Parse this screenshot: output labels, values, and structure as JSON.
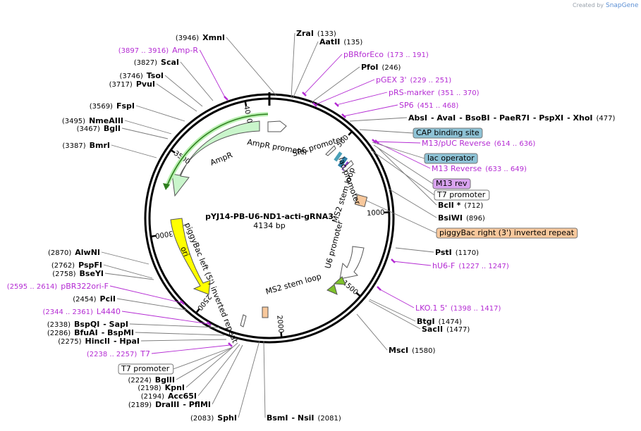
{
  "credit": {
    "prefix": "Created by",
    "brand": "SnapGene"
  },
  "plasmid": {
    "name": "pYJ14-PB-U6-ND1-acti-gRNA3",
    "size": "4134 bp",
    "total_bp": 4134
  },
  "ticks": [
    {
      "label": "500",
      "bp": 500
    },
    {
      "label": "1000",
      "bp": 1000
    },
    {
      "label": "1500",
      "bp": 1500
    },
    {
      "label": "2000",
      "bp": 2000
    },
    {
      "label": "2500",
      "bp": 2500
    },
    {
      "label": "3000",
      "bp": 3000
    },
    {
      "label": "3500",
      "bp": 3500
    },
    {
      "label": "4000",
      "bp": 4000
    }
  ],
  "features": {
    "ampr_promoter": "AmpR promoter",
    "ampr": "AmpR",
    "sp6_promoter": "SP6 promoter",
    "lac_promoter": "lac promoter",
    "ms2_stem_loop_1": "MS2 stem loop",
    "u6_promoter": "U6 promoter",
    "ms2_stem_loop_2": "MS2 stem loop",
    "piggybac_left": "piggyBac left (5') inverted repeat",
    "ori": "ori"
  },
  "labels": [
    {
      "id": "xmni",
      "parts": [
        {
          "t": "(3946)",
          "s": "n"
        },
        {
          "t": "XmnI",
          "s": "b"
        }
      ]
    },
    {
      "id": "ampr-primer",
      "parts": [
        {
          "t": "(3897 .. 3916)",
          "s": "ps"
        },
        {
          "t": "Amp-R",
          "s": "p"
        }
      ]
    },
    {
      "id": "scai",
      "parts": [
        {
          "t": "(3827)",
          "s": "n"
        },
        {
          "t": "ScaI",
          "s": "b"
        }
      ]
    },
    {
      "id": "tsoi",
      "parts": [
        {
          "t": "(3746)",
          "s": "n"
        },
        {
          "t": "TsoI",
          "s": "b"
        }
      ]
    },
    {
      "id": "pvui",
      "parts": [
        {
          "t": "(3717)",
          "s": "n"
        },
        {
          "t": "PvuI",
          "s": "b"
        }
      ]
    },
    {
      "id": "fspi",
      "parts": [
        {
          "t": "(3569)",
          "s": "n"
        },
        {
          "t": "FspI",
          "s": "b"
        }
      ]
    },
    {
      "id": "nmeaiii",
      "parts": [
        {
          "t": "(3495)",
          "s": "n"
        },
        {
          "t": "NmeAIII",
          "s": "b"
        }
      ]
    },
    {
      "id": "bgli",
      "parts": [
        {
          "t": "(3467)",
          "s": "n"
        },
        {
          "t": "BglI",
          "s": "b"
        }
      ]
    },
    {
      "id": "bmri",
      "parts": [
        {
          "t": "(3387)",
          "s": "n"
        },
        {
          "t": "BmrI",
          "s": "b"
        }
      ]
    },
    {
      "id": "alwni",
      "parts": [
        {
          "t": "(2870)",
          "s": "n"
        },
        {
          "t": "AlwNI",
          "s": "b"
        }
      ]
    },
    {
      "id": "pspfi",
      "parts": [
        {
          "t": "(2762)",
          "s": "n"
        },
        {
          "t": "PspFI",
          "s": "b"
        }
      ]
    },
    {
      "id": "bseyi",
      "parts": [
        {
          "t": "(2758)",
          "s": "n"
        },
        {
          "t": "BseYI",
          "s": "b"
        }
      ]
    },
    {
      "id": "pbr322ori",
      "parts": [
        {
          "t": "(2595 .. 2614)",
          "s": "ps"
        },
        {
          "t": "pBR322ori-F",
          "s": "p"
        }
      ]
    },
    {
      "id": "pcii",
      "parts": [
        {
          "t": "(2454)",
          "s": "n"
        },
        {
          "t": "PciI",
          "s": "b"
        }
      ]
    },
    {
      "id": "l4440",
      "parts": [
        {
          "t": "(2344 .. 2361)",
          "s": "ps"
        },
        {
          "t": "L4440",
          "s": "p"
        }
      ]
    },
    {
      "id": "bspqi",
      "parts": [
        {
          "t": "(2338)",
          "s": "n"
        },
        {
          "t": "BspQI",
          "s": "b"
        },
        {
          "t": "- SapI",
          "s": "b"
        }
      ]
    },
    {
      "id": "bfuai",
      "parts": [
        {
          "t": "(2286)",
          "s": "n"
        },
        {
          "t": "BfuAI",
          "s": "b"
        },
        {
          "t": "- BspMI",
          "s": "b"
        }
      ]
    },
    {
      "id": "hincii",
      "parts": [
        {
          "t": "(2275)",
          "s": "n"
        },
        {
          "t": "HincII",
          "s": "b"
        },
        {
          "t": "- HpaI",
          "s": "b"
        }
      ]
    },
    {
      "id": "t7-primer",
      "parts": [
        {
          "t": "(2238 .. 2257)",
          "s": "ps"
        },
        {
          "t": "T7",
          "s": "p"
        }
      ]
    },
    {
      "id": "bglii",
      "parts": [
        {
          "t": "(2224)",
          "s": "n"
        },
        {
          "t": "BglII",
          "s": "b"
        }
      ]
    },
    {
      "id": "kpni",
      "parts": [
        {
          "t": "(2198)",
          "s": "n"
        },
        {
          "t": "KpnI",
          "s": "b"
        }
      ]
    },
    {
      "id": "acc65i",
      "parts": [
        {
          "t": "(2194)",
          "s": "n"
        },
        {
          "t": "Acc65I",
          "s": "b"
        }
      ]
    },
    {
      "id": "draiii",
      "parts": [
        {
          "t": "(2189)",
          "s": "n"
        },
        {
          "t": "DraIII",
          "s": "b"
        },
        {
          "t": "- PflMI",
          "s": "b"
        }
      ]
    },
    {
      "id": "sphi",
      "parts": [
        {
          "t": "(2083)",
          "s": "n"
        },
        {
          "t": "SphI",
          "s": "b"
        }
      ]
    },
    {
      "id": "bsmi",
      "parts": [
        {
          "t": "BsmI",
          "s": "b"
        },
        {
          "t": "- NsiI",
          "s": "b"
        },
        {
          "t": "(2081)",
          "s": "n"
        }
      ]
    },
    {
      "id": "zrai",
      "parts": [
        {
          "t": "ZraI",
          "s": "b"
        },
        {
          "t": "(133)",
          "s": "n"
        }
      ]
    },
    {
      "id": "aatii",
      "parts": [
        {
          "t": "AatII",
          "s": "b"
        },
        {
          "t": "(135)",
          "s": "n"
        }
      ]
    },
    {
      "id": "pbrforeco",
      "parts": [
        {
          "t": "pBRforEco",
          "s": "p"
        },
        {
          "t": "(173 .. 191)",
          "s": "ps"
        }
      ]
    },
    {
      "id": "pfoi",
      "parts": [
        {
          "t": "PfoI",
          "s": "b"
        },
        {
          "t": "(246)",
          "s": "n"
        }
      ]
    },
    {
      "id": "pgex3",
      "parts": [
        {
          "t": "pGEX 3'",
          "s": "p"
        },
        {
          "t": "(229 .. 251)",
          "s": "ps"
        }
      ]
    },
    {
      "id": "prs-marker",
      "parts": [
        {
          "t": "pRS-marker",
          "s": "p"
        },
        {
          "t": "(351 .. 370)",
          "s": "ps"
        }
      ]
    },
    {
      "id": "sp6-primer",
      "parts": [
        {
          "t": "SP6",
          "s": "p"
        },
        {
          "t": "(451 .. 468)",
          "s": "ps"
        }
      ]
    },
    {
      "id": "absi-group",
      "parts": [
        {
          "t": "AbsI",
          "s": "b"
        },
        {
          "t": "- AvaI",
          "s": "b"
        },
        {
          "t": "- BsoBI",
          "s": "b"
        },
        {
          "t": "- PaeR7I",
          "s": "b"
        },
        {
          "t": "- PspXI",
          "s": "b"
        },
        {
          "t": "- XhoI",
          "s": "b"
        },
        {
          "t": "(477)",
          "s": "n"
        }
      ]
    },
    {
      "id": "m13puc-rev",
      "parts": [
        {
          "t": "M13/pUC Reverse",
          "s": "p"
        },
        {
          "t": "(614 .. 636)",
          "s": "ps"
        }
      ]
    },
    {
      "id": "m13-reverse",
      "parts": [
        {
          "t": "M13 Reverse",
          "s": "p"
        },
        {
          "t": "(633 .. 649)",
          "s": "ps"
        }
      ]
    },
    {
      "id": "bcli",
      "parts": [
        {
          "t": "BclI *",
          "s": "b"
        },
        {
          "t": "(712)",
          "s": "n"
        }
      ]
    },
    {
      "id": "bsiwi",
      "parts": [
        {
          "t": "BsiWI",
          "s": "b"
        },
        {
          "t": "(896)",
          "s": "n"
        }
      ]
    },
    {
      "id": "psti",
      "parts": [
        {
          "t": "PstI",
          "s": "b"
        },
        {
          "t": "(1170)",
          "s": "n"
        }
      ]
    },
    {
      "id": "hu6f",
      "parts": [
        {
          "t": "hU6-F",
          "s": "p"
        },
        {
          "t": "(1227 .. 1247)",
          "s": "ps"
        }
      ]
    },
    {
      "id": "lko1",
      "parts": [
        {
          "t": "LKO.1 5'",
          "s": "p"
        },
        {
          "t": "(1398 .. 1417)",
          "s": "ps"
        }
      ]
    },
    {
      "id": "btgi",
      "parts": [
        {
          "t": "BtgI",
          "s": "b"
        },
        {
          "t": "(1474)",
          "s": "n"
        }
      ]
    },
    {
      "id": "sacii",
      "parts": [
        {
          "t": "SacII",
          "s": "b"
        },
        {
          "t": "(1477)",
          "s": "n"
        }
      ]
    },
    {
      "id": "msci",
      "parts": [
        {
          "t": "MscI",
          "s": "b"
        },
        {
          "t": "(1580)",
          "s": "n"
        }
      ]
    }
  ],
  "boxes": [
    {
      "id": "cap-binding-site",
      "text": "CAP binding site",
      "fill": "#8ec3d6"
    },
    {
      "id": "lac-operator",
      "text": "lac operator",
      "fill": "#8ec3d6"
    },
    {
      "id": "m13-rev",
      "text": "M13 rev",
      "fill": "#d9a3f0"
    },
    {
      "id": "t7-promoter-box1",
      "text": "T7 promoter",
      "fill": "#ffffff"
    },
    {
      "id": "piggybac-right",
      "text": "piggyBac right (3') inverted repeat",
      "fill": "#f8c89c"
    },
    {
      "id": "t7-promoter-box2",
      "text": "T7 promoter",
      "fill": "#ffffff"
    }
  ]
}
